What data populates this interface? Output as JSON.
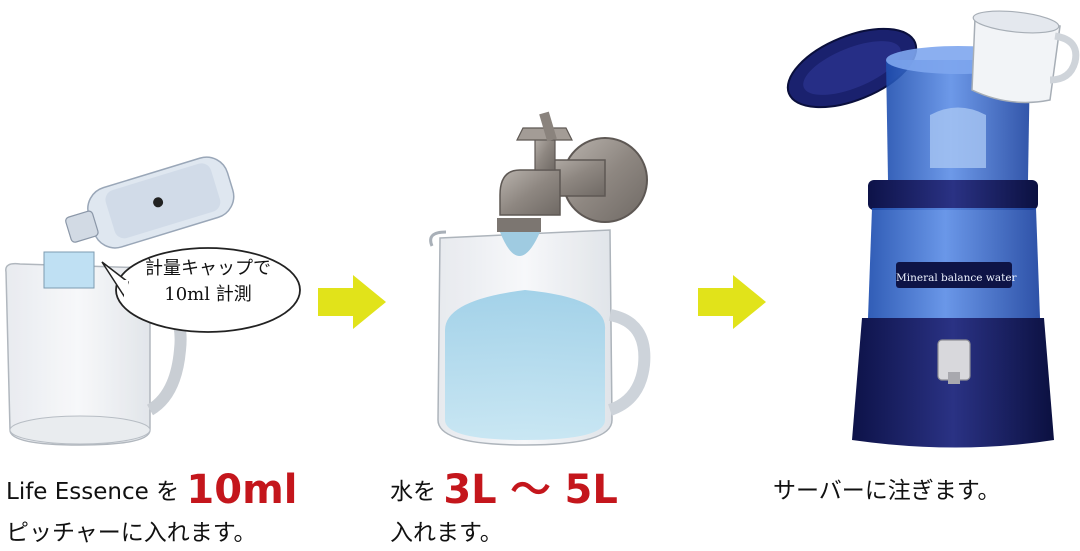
{
  "steps": [
    {
      "caption_prefix": "Life Essence を",
      "caption_highlight": "10ml",
      "caption_line2": "ピッチャーに入れます。",
      "bubble_line1": "計量キャップで",
      "bubble_line2": "10ml 計測"
    },
    {
      "caption_prefix": "水を",
      "caption_highlight": "3L 〜 5L",
      "caption_line2": "入れます。"
    },
    {
      "caption_line1": "サーバーに注ぎます。",
      "server_label": "Mineral balance water"
    }
  ],
  "colors": {
    "highlight": "#c4161c",
    "arrow": "#e1e31a",
    "water": "#8ec7e3",
    "server_blue": "#2e5ec4",
    "server_navy": "#141a5a"
  },
  "icons": [
    "bottle-icon",
    "pitcher-icon",
    "arrow-right-icon",
    "faucet-icon",
    "water-server-icon",
    "cup-icon"
  ]
}
